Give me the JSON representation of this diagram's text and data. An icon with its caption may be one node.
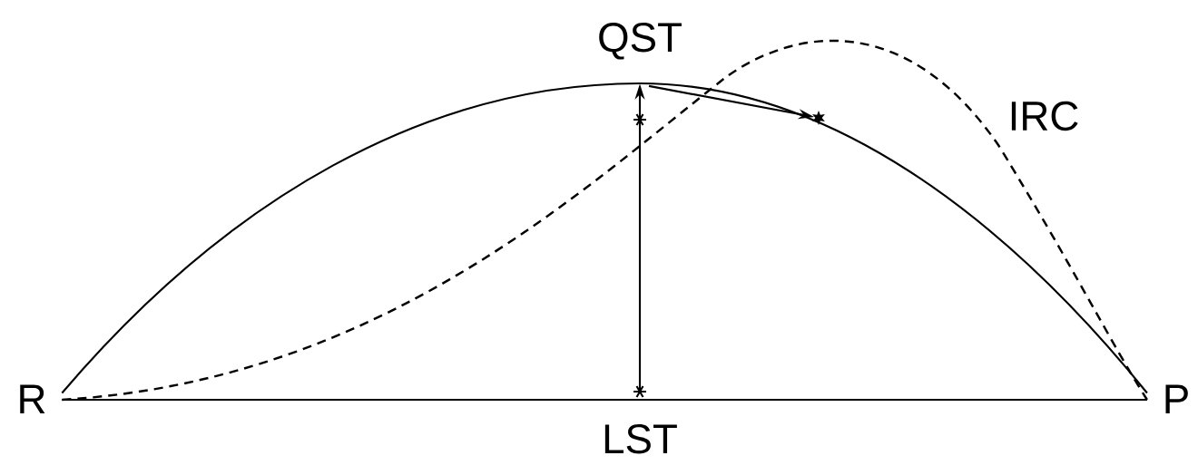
{
  "diagram": {
    "nodes": [
      {
        "text": [
          "R"
        ]
      },
      {
        "text": [
          "P"
        ]
      },
      {
        "text": [
          "LST"
        ]
      },
      {
        "text": [
          "QST"
        ]
      },
      {
        "text": [],
        "shape": "star"
      }
    ],
    "edges": [
      {
        "from": 0,
        "to": 1,
        "arrow": "none"
      },
      {
        "from": 0,
        "to": 1,
        "arrow": "none"
      },
      {
        "from": 0,
        "to": 1,
        "arrow": "none",
        "style": "dashed"
      },
      {
        "from": 2,
        "to": 3,
        "arrow": "to"
      },
      {
        "from": 3,
        "to": 4,
        "arrow": "to"
      }
    ],
    "labels": [
      "IRC"
    ]
  }
}
